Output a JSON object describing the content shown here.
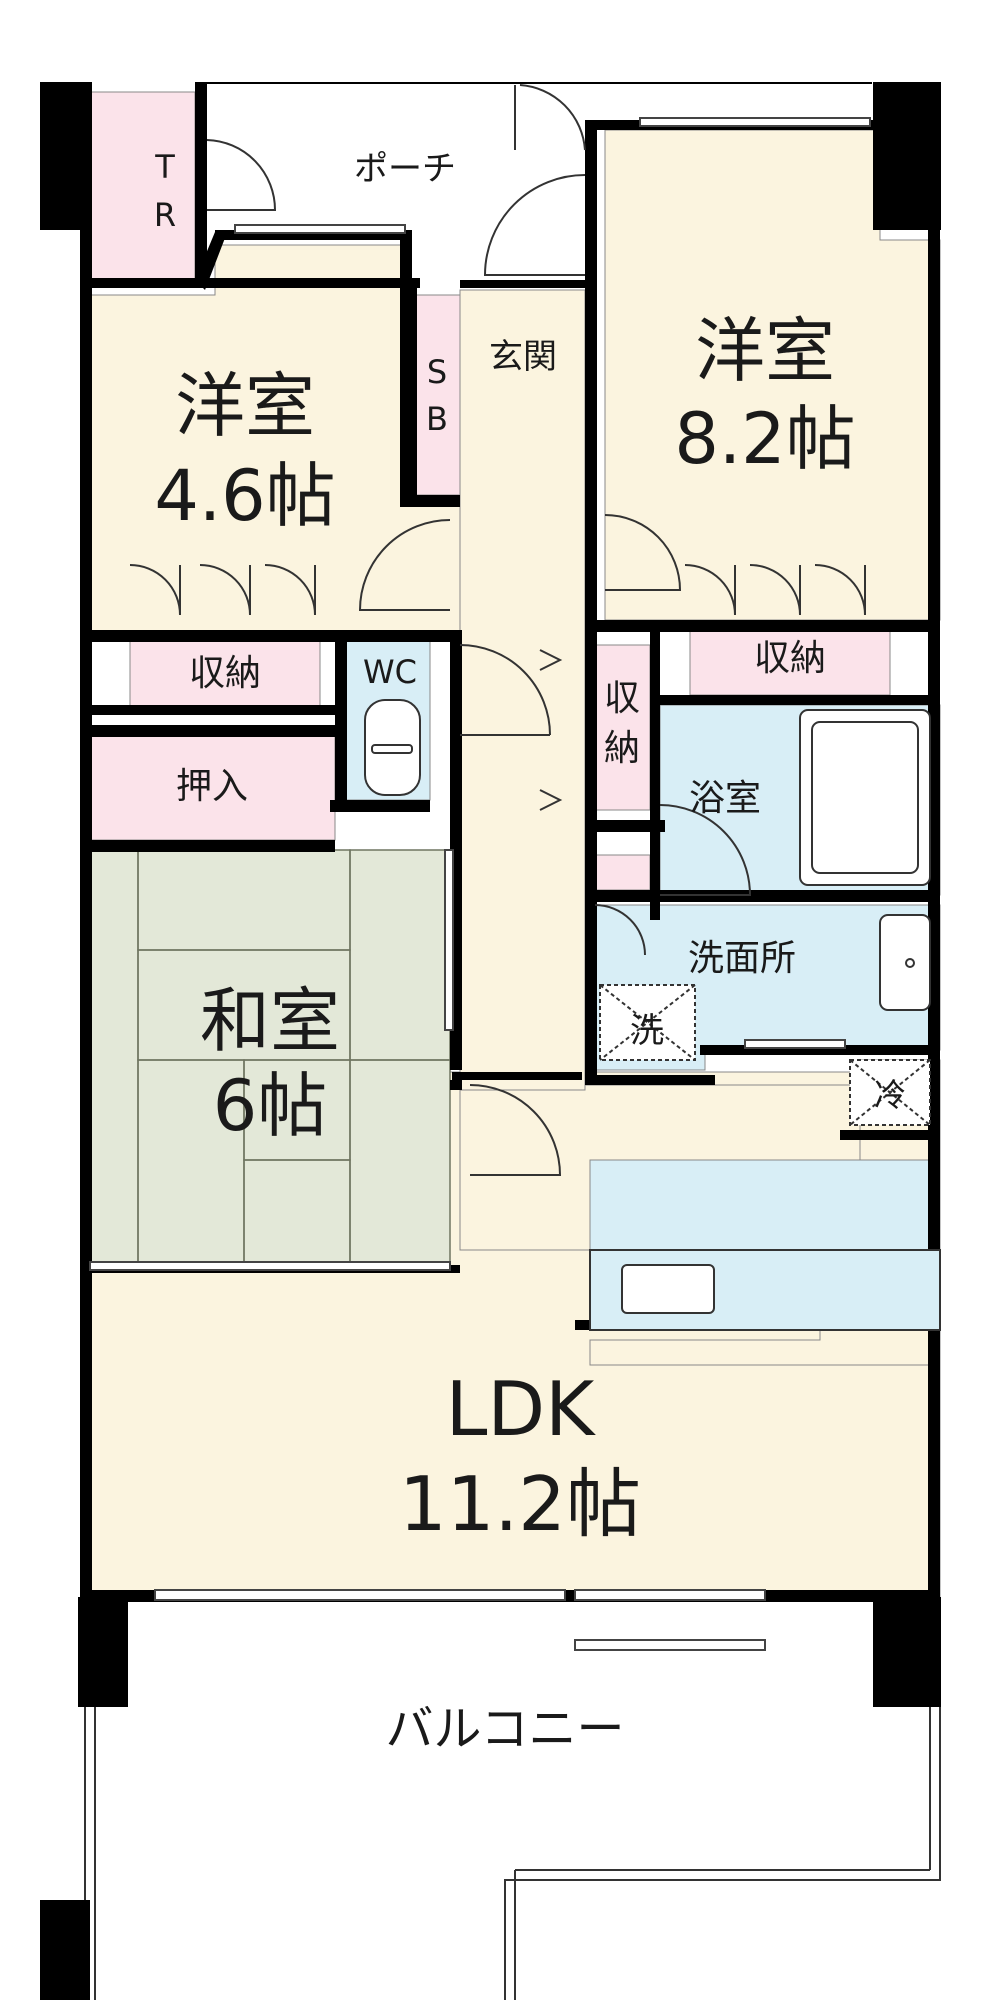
{
  "colors": {
    "room": "#fbf4df",
    "storage": "#fbe3ea",
    "wet": "#d8eef6",
    "tatami": "#e3e8d8",
    "wall": "#000000"
  },
  "rooms": {
    "porch": "ポーチ",
    "trunk_room": [
      "T",
      "R"
    ],
    "shoe_box": [
      "S",
      "B"
    ],
    "entrance": "玄関",
    "western_room_1": {
      "name": "洋室",
      "size": "4.6帖"
    },
    "western_room_2": {
      "name": "洋室",
      "size": "8.2帖"
    },
    "storage_1": "収納",
    "storage_2": "収納",
    "storage_hall": [
      "収",
      "納"
    ],
    "toilet": "WC",
    "oshiire": "押入",
    "bathroom": "浴室",
    "washroom": "洗面所",
    "washer": "洗",
    "fridge": "冷",
    "japanese_room": {
      "name": "和室",
      "size": "6帖"
    },
    "ldk": {
      "name": "LDK",
      "size": "11.2帖"
    },
    "balcony": "バルコニー"
  }
}
